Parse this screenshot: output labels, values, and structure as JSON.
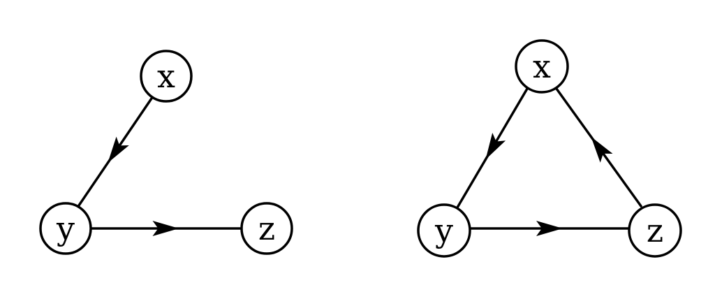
{
  "colors": {
    "stroke": "#000000",
    "node_fill": "#ffffff",
    "background": "#ffffff"
  },
  "diagrams": [
    {
      "nodes": [
        {
          "id": "x",
          "label": "x"
        },
        {
          "id": "y",
          "label": "y"
        },
        {
          "id": "z",
          "label": "z"
        }
      ],
      "edges": [
        {
          "from": "x",
          "to": "y",
          "arrow": "forward"
        },
        {
          "from": "y",
          "to": "z",
          "arrow": "forward"
        }
      ]
    },
    {
      "nodes": [
        {
          "id": "x",
          "label": "x"
        },
        {
          "id": "y",
          "label": "y"
        },
        {
          "id": "z",
          "label": "z"
        }
      ],
      "edges": [
        {
          "from": "x",
          "to": "y",
          "arrow": "forward"
        },
        {
          "from": "y",
          "to": "z",
          "arrow": "forward"
        },
        {
          "from": "z",
          "to": "x",
          "arrow": "forward"
        }
      ]
    }
  ]
}
